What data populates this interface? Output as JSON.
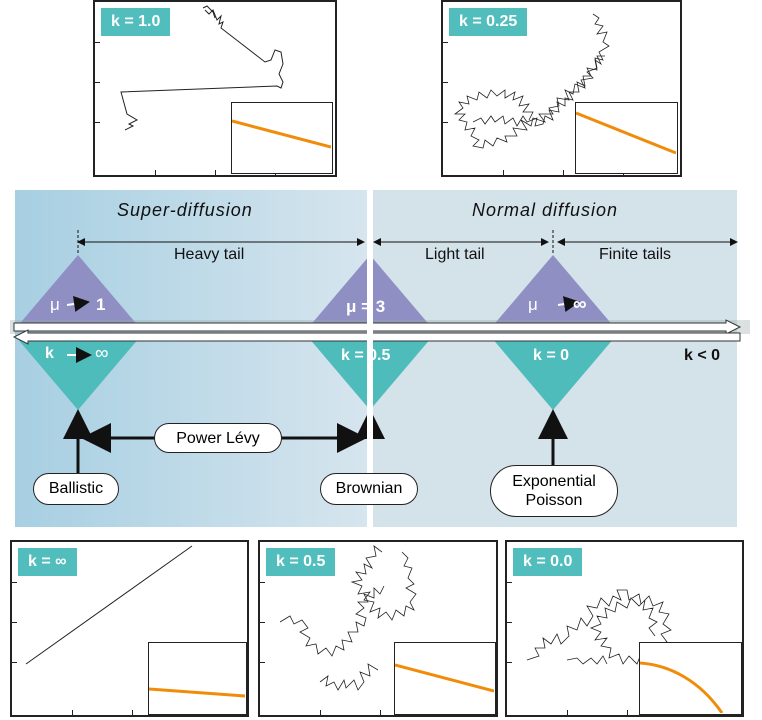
{
  "colors": {
    "badge": "#52bdbd",
    "region_left_start": "#a7cfe2",
    "region_left_end": "#d6e5ee",
    "region_right": "#d4e2ea",
    "triangle_mu": "#8f8fc4",
    "triangle_k": "#4fbcbc",
    "inset_line": "#f08c0a"
  },
  "top_panels": [
    {
      "badge": "k = 1.0"
    },
    {
      "badge": "k = 0.25"
    }
  ],
  "bottom_panels": [
    {
      "badge": "k = ∞"
    },
    {
      "badge": "k = 0.5"
    },
    {
      "badge": "k = 0.0"
    }
  ],
  "regions": {
    "left_title": "Super-diffusion",
    "right_title": "Normal diffusion"
  },
  "tails": {
    "heavy": "Heavy tail",
    "light": "Light tail",
    "finite": "Finite tails"
  },
  "mu_labels": {
    "m1": "μ",
    "m1_value": "1",
    "m2": "μ = 3",
    "m3": "μ",
    "m3_value": "∞"
  },
  "k_labels": {
    "k1": "k",
    "k1_value": "∞",
    "k2": "k = 0.5",
    "k3": "k = 0",
    "k_neg": "k < 0"
  },
  "boxes": {
    "power_levy": "Power Lévy",
    "ballistic": "Ballistic",
    "brownian": "Brownian",
    "exponential_line1": "Exponential",
    "exponential_line2": "Poisson"
  }
}
